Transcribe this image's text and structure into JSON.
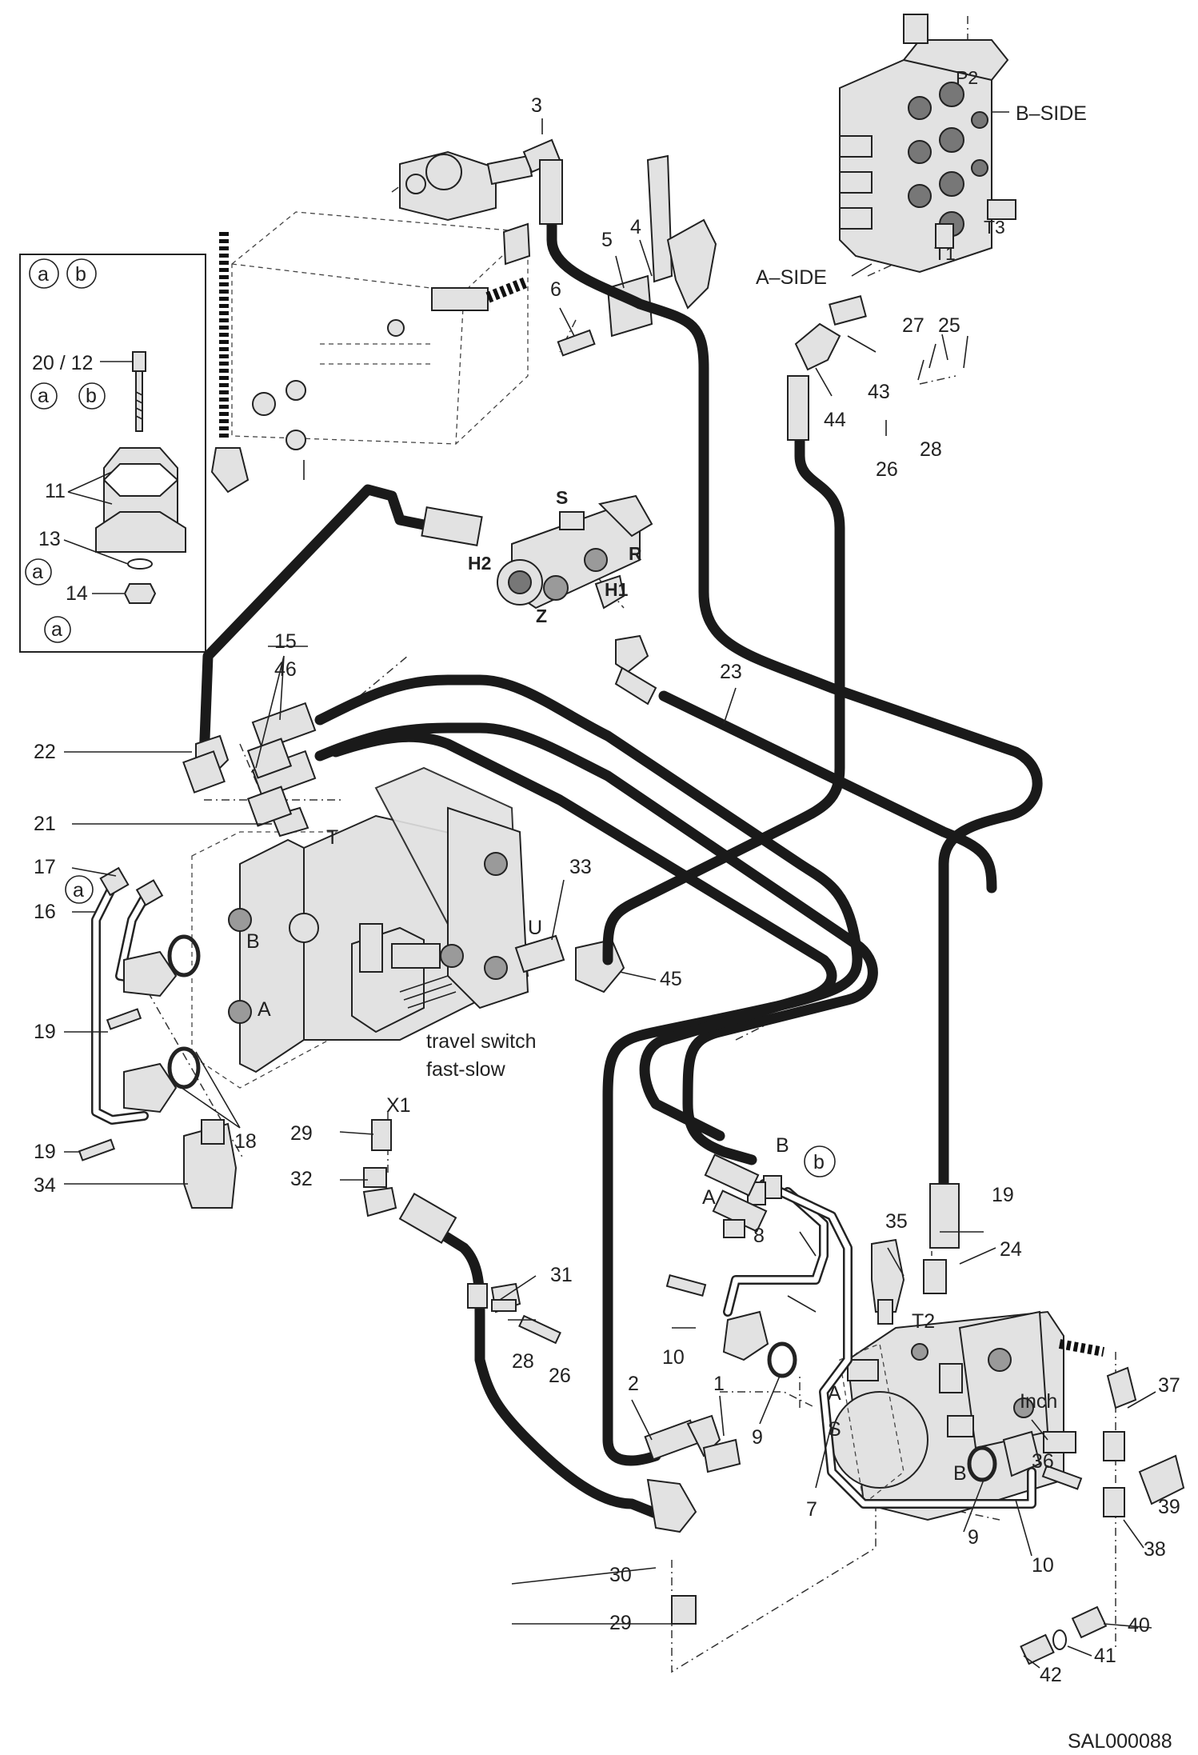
{
  "diagram": {
    "drawing_id": "SAL000088",
    "inset": {
      "badges_top": [
        "a",
        "b"
      ],
      "label_bolt": "20 / 12",
      "badges_bolt": [
        "a",
        "b"
      ],
      "label_clamp": "11",
      "label_washer": "13",
      "badge_washer": "a",
      "label_nut": "14",
      "badge_nut": "a"
    },
    "valve_sides": {
      "b_side": "B–SIDE",
      "a_side": "A–SIDE"
    },
    "valve_ports": [
      "P2",
      "T1",
      "T3"
    ],
    "valve_ports_shown": {
      "p2": "P2",
      "t1": "T1",
      "t3": "T3"
    },
    "shuttle_ports": {
      "s": "S",
      "r": "R",
      "h1": "H1",
      "h2": "H2",
      "z": "Z"
    },
    "motor_ports": {
      "t": "T",
      "b": "B",
      "a": "A",
      "u": "U",
      "x1": "X1"
    },
    "motor_note_line1": "travel switch",
    "motor_note_line2": "fast-slow",
    "pump_ports": {
      "t2": "T2",
      "a": "A",
      "s": "S",
      "b": "B",
      "inch": "Inch",
      "hose_a": "A",
      "hose_b": "B"
    },
    "badges": {
      "motor_a": "a",
      "hose_b": "b"
    },
    "callouts": {
      "n1": "1",
      "n2": "2",
      "n3": "3",
      "n4": "4",
      "n5": "5",
      "n6": "6",
      "n7": "7",
      "n8": "8",
      "n9a": "9",
      "n9b": "9",
      "n10a": "10",
      "n10b": "10",
      "n15": "15",
      "n46": "46",
      "n16": "16",
      "n17": "17",
      "n18": "18",
      "n19a": "19",
      "n19b": "19",
      "n19c": "19",
      "n21": "21",
      "n22": "22",
      "n23": "23",
      "n24": "24",
      "n25": "25",
      "n26a": "26",
      "n26b": "26",
      "n27": "27",
      "n28a": "28",
      "n28b": "28",
      "n29a": "29",
      "n29b": "29",
      "n30": "30",
      "n31": "31",
      "n32": "32",
      "n33": "33",
      "n34": "34",
      "n35": "35",
      "n36": "36",
      "n37": "37",
      "n38": "38",
      "n39": "39",
      "n40": "40",
      "n41": "41",
      "n42": "42",
      "n43": "43",
      "n44": "44",
      "n45": "45"
    }
  },
  "colors": {
    "hose": "#1a1a1a",
    "part_fill": "#e2e2e2",
    "text": "#222222"
  }
}
